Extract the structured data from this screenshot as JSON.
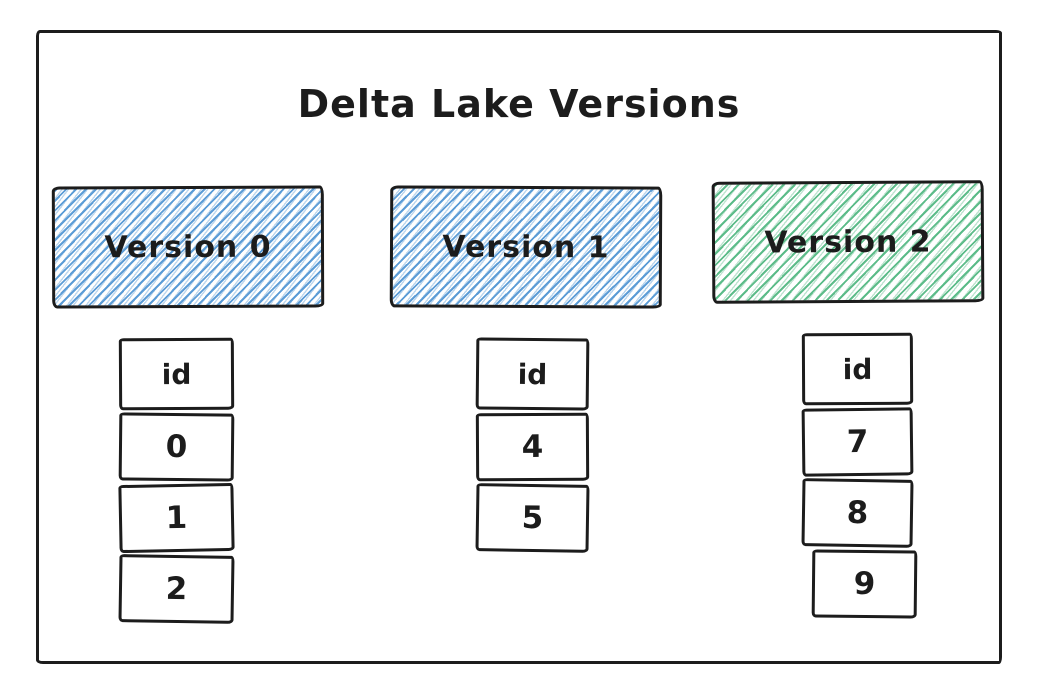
{
  "title": "Delta Lake Versions",
  "versions": [
    {
      "label": "Version 0",
      "fill": "blue-hatch",
      "table": {
        "header": "id",
        "rows": [
          "0",
          "1",
          "2"
        ]
      }
    },
    {
      "label": "Version 1",
      "fill": "blue-hatch",
      "table": {
        "header": "id",
        "rows": [
          "4",
          "5"
        ]
      }
    },
    {
      "label": "Version 2",
      "fill": "green-hatch",
      "table": {
        "header": "id",
        "rows": [
          "7",
          "8",
          "9"
        ]
      }
    }
  ],
  "colors": {
    "blue_hatch": "#5598d4",
    "green_hatch": "#55b984",
    "gray_hatch": "#c9c9c9",
    "ink": "#1c1c1c",
    "background": "#ffffff"
  }
}
